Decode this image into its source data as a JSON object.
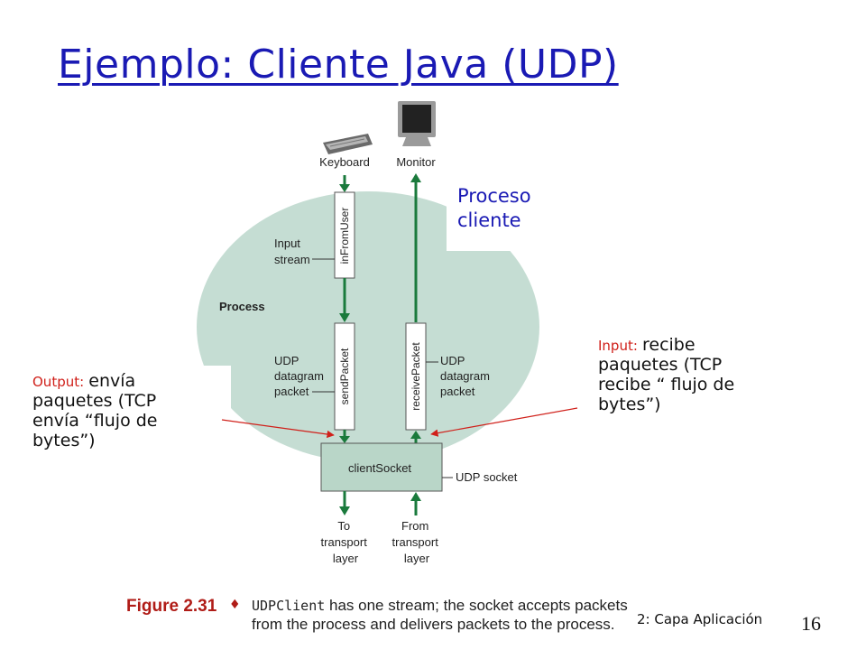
{
  "title": "Ejemplo: Cliente Java (UDP)",
  "diagram": {
    "keyboard_label": "Keyboard",
    "monitor_label": "Monitor",
    "process_label": "Process",
    "input_stream_label": [
      "Input",
      "stream"
    ],
    "udp_packet_left_label": [
      "UDP",
      "datagram",
      "packet"
    ],
    "udp_packet_right_label": [
      "UDP",
      "datagram",
      "packet"
    ],
    "udp_socket_label": "UDP socket",
    "to_transport_label": [
      "To",
      "transport",
      "layer"
    ],
    "from_transport_label": [
      "From",
      "transport",
      "layer"
    ],
    "in_from_user": "inFromUser",
    "send_packet": "sendPacket",
    "receive_packet": "receivePacket",
    "client_socket": "clientSocket",
    "colors": {
      "process_fill": "#c5ddd3",
      "arrow_green": "#1a7a3c",
      "socket_fill": "#b9d6c8"
    }
  },
  "proceso_cliente": [
    "Proceso",
    "cliente"
  ],
  "output_annotation": {
    "label": "Output:",
    "text_first": "envía",
    "text_rest": [
      "paquetes (TCP",
      "envía “flujo de",
      "bytes”)"
    ]
  },
  "input_annotation": {
    "label": "Input:",
    "text_first": "recibe",
    "text_rest": [
      "paquetes (TCP",
      "recibe “ flujo de",
      "bytes”)"
    ]
  },
  "figure": {
    "label": "Figure 2.31",
    "diamond": "♦",
    "caption_mono": "UDPClient",
    "caption_line1": " has one stream; the socket accepts packets",
    "caption_line2": "from the process and delivers packets to the process."
  },
  "footer": {
    "chapter": "2: Capa Aplicación",
    "page": "16"
  }
}
